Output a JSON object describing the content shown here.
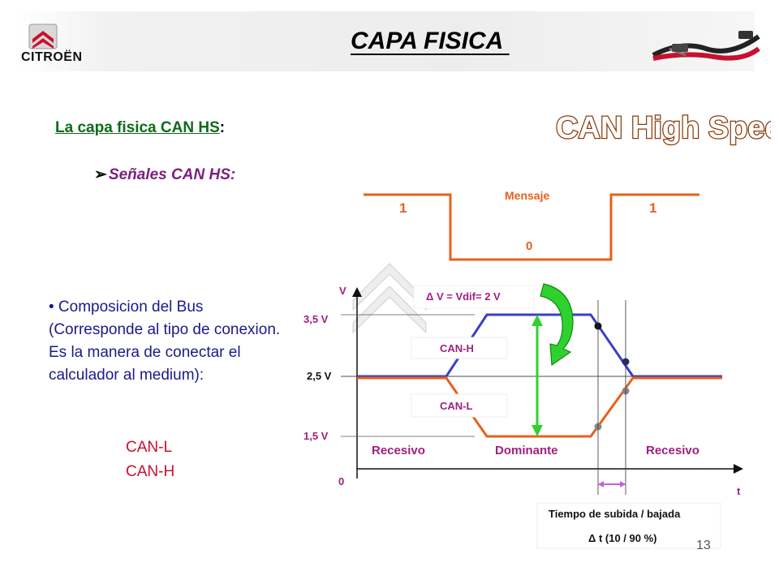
{
  "header": {
    "brand": "CITROËN",
    "title": "CAPA FISICA ",
    "badge": "CAN High Speed"
  },
  "content": {
    "subtitle": "La capa fisica CAN HS",
    "subtitle_suffix": ":",
    "signals_heading": "Señales CAN HS:",
    "composition_text": "• Composicion del Bus (Corresponde al tipo de conexion. Es la manera de conectar el calculador al medium):",
    "bus_lines": [
      "CAN-L",
      "CAN-H"
    ]
  },
  "diagram": {
    "message_label": "Mensaje",
    "bit_left": "1",
    "bit_middle": "0",
    "bit_right": "1",
    "axis_v": "V",
    "axis_t": "t",
    "axis_zero": "0",
    "level_high": "3,5 V",
    "level_mid": "2,5 V",
    "level_low": "1,5 V",
    "delta_v": "Δ V = Vdif= 2 V",
    "can_h_label": "CAN-H",
    "can_l_label": "CAN-L",
    "state_left": "Recesivo",
    "state_middle": "Dominante",
    "state_right": "Recesivo",
    "rise_fall_title": "Tiempo de subida / bajada",
    "rise_fall_delta": "Δ t (10 / 90 %)"
  },
  "colors": {
    "orange": "#e8601c",
    "blue": "#3a3fc8",
    "green": "#2fd12f",
    "violet": "#c060e0",
    "title_green": "#0e6b1a",
    "signals_purple": "#7a1f7f",
    "badge_brown": "#8a3a0a"
  },
  "page_number": "13"
}
